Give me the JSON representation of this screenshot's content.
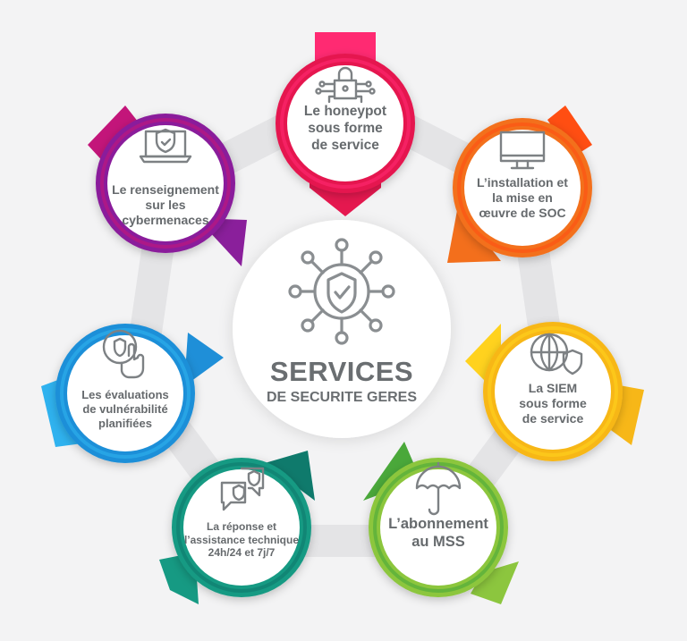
{
  "center": {
    "title": "SERVICES",
    "subtitle": "DE SECURITE GERES",
    "icon": "shield-network-icon"
  },
  "services": [
    {
      "id": "honeypot",
      "label": "Le honeypot\nsous forme\nde service",
      "color": "#e5184f",
      "accent": "#ff2a72",
      "icon": "padlock-circuit-icon"
    },
    {
      "id": "soc",
      "label": "L’installation et\nla mise en\nœuvre de SOC",
      "color": "#f36f1c",
      "accent": "#ff4e12",
      "icon": "monitor-icon"
    },
    {
      "id": "siem",
      "label": "La SIEM\nsous forme\nde service",
      "color": "#f7b718",
      "accent": "#ffd21e",
      "icon": "globe-shield-icon"
    },
    {
      "id": "mss",
      "label": "L’abonnement\nau MSS",
      "color": "#8cc63e",
      "accent": "#4aa83a",
      "icon": "umbrella-icon"
    },
    {
      "id": "response",
      "label": "La réponse et\nl’assistance technique\n24h/24 et 7j/7",
      "color": "#169a83",
      "accent": "#0f7a6c",
      "icon": "chat-shield-icon"
    },
    {
      "id": "vuln",
      "label": "Les évaluations\nde vulnérabilité\nplanifiées",
      "color": "#1f8fd8",
      "accent": "#2fb2ef",
      "icon": "hand-shield-icon"
    },
    {
      "id": "intel",
      "label": "Le renseignement\nsur les\ncybermenaces",
      "color": "#8a1f9b",
      "accent": "#c3157a",
      "icon": "laptop-shield-icon"
    }
  ]
}
